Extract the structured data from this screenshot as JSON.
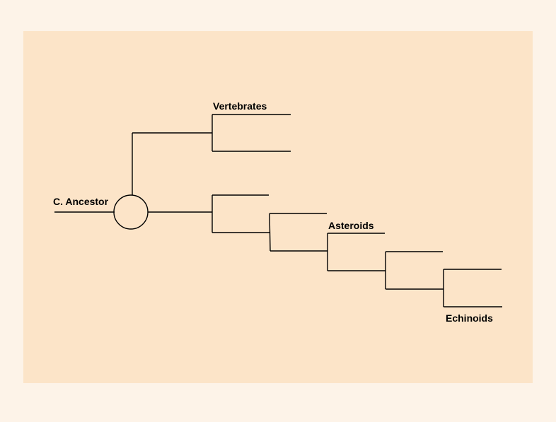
{
  "diagram": {
    "type": "cladogram",
    "labels": {
      "ancestor": "C. Ancestor",
      "vertebrates": "Vertebrates",
      "asteroids": "Asteroids",
      "echinoids": "Echinoids"
    },
    "colors": {
      "page_bg": "#fdf3e8",
      "panel_bg": "#fce4c8",
      "line": "#000000"
    }
  }
}
